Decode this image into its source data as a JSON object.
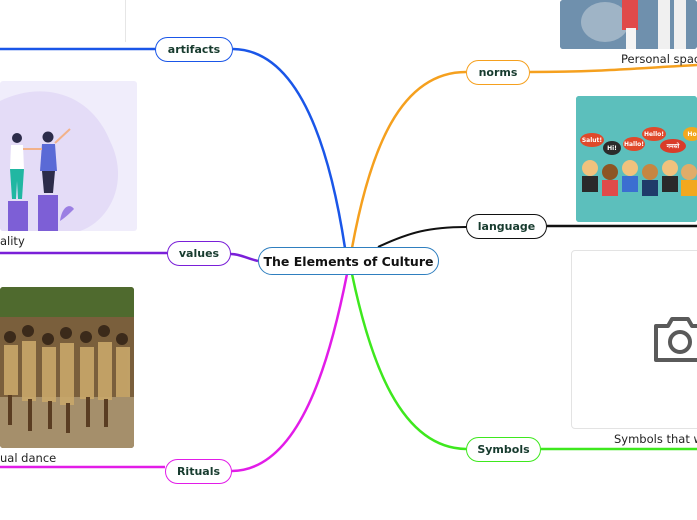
{
  "central_topic": "The Elements of Culture",
  "branches": {
    "artifacts": {
      "label": "artifacts",
      "color": "#1a56e8"
    },
    "values": {
      "label": "values",
      "color": "#7a1fd8",
      "caption": "ality"
    },
    "rituals": {
      "label": "Rituals",
      "color": "#e21ce8",
      "caption": "ual dance"
    },
    "norms": {
      "label": "norms",
      "color": "#f5a01e",
      "caption": "Personal spac"
    },
    "language": {
      "label": "language",
      "color": "#111111",
      "speech_bubbles": [
        "Salut!",
        "Hi!",
        "Hello!",
        "Hallo!",
        "नमस्ते",
        "Ho"
      ]
    },
    "symbols": {
      "label": "Symbols",
      "color": "#3ee81e",
      "caption": "Symbols that w"
    }
  }
}
